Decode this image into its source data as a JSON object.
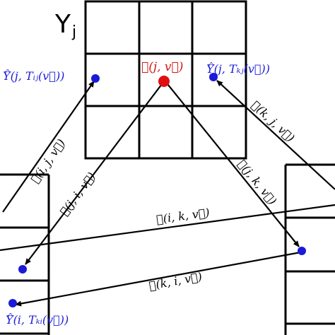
{
  "grid_title": "Y",
  "grid_title_sub": "j",
  "colors": {
    "line": "#000000",
    "vertex": "#1a1ad8",
    "vertex_center": "#e01010",
    "label_blue": "#1a1ad8",
    "label_red": "#d01818"
  },
  "vertex_labels": {
    "center": "𝒱(j, v⃗)",
    "left": "Ŷ̅(j, Tᵢⱼ(v⃗))",
    "right": "Ŷ̅(j, Tₖⱼ(v⃗))",
    "bottom_left": "Ŷ̅(i, Tₖᵢ(v⃗))"
  },
  "edge_labels": {
    "e_ij": "ℰ(i, j, v⃗)",
    "e_ji": "ℰ(j, i, v⃗)",
    "e_kj": "ℰ(k, j, v⃗)",
    "e_jk": "ℰ(j, k, v⃗)",
    "e_ik": "ℰ(i, k, v⃗)",
    "e_ki": "ℰ(k, i, v⃗)"
  }
}
